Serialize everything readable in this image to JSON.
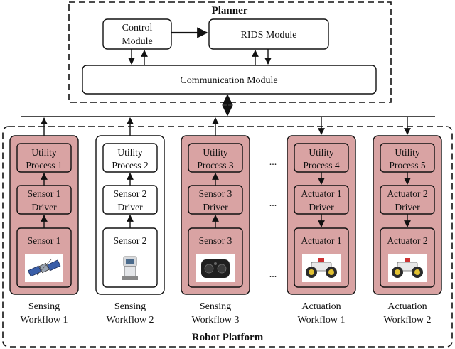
{
  "planner": {
    "title": "Planner",
    "control_line1": "Control",
    "control_line2": "Module",
    "rids": "RIDS Module",
    "communication": "Communication Module"
  },
  "platform": {
    "title": "Robot Platform"
  },
  "ellipsis": "...",
  "workflows": [
    {
      "utility": [
        "Utility",
        "Process 1"
      ],
      "driver": [
        "Sensor 1",
        "Driver"
      ],
      "device": "Sensor 1",
      "caption": [
        "Sensing",
        "Workflow 1"
      ],
      "picture": "satellite",
      "color": "#d9a3a3",
      "direction": "up"
    },
    {
      "utility": [
        "Utility",
        "Process 2"
      ],
      "driver": [
        "Sensor 2",
        "Driver"
      ],
      "device": "Sensor 2",
      "caption": [
        "Sensing",
        "Workflow 2"
      ],
      "picture": "kiosk",
      "color": "#ffffff",
      "direction": "up"
    },
    {
      "utility": [
        "Utility",
        "Process 3"
      ],
      "driver": [
        "Sensor 3",
        "Driver"
      ],
      "device": "Sensor 3",
      "caption": [
        "Sensing",
        "Workflow 3"
      ],
      "picture": "camera",
      "color": "#d9a3a3",
      "direction": "up"
    },
    {
      "utility": [
        "Utility",
        "Process 4"
      ],
      "driver": [
        "Actuator 1",
        "Driver"
      ],
      "device": "Actuator 1",
      "caption": [
        "Actuation",
        "Workflow 1"
      ],
      "picture": "robot-car",
      "color": "#d9a3a3",
      "direction": "down"
    },
    {
      "utility": [
        "Utility",
        "Process 5"
      ],
      "driver": [
        "Actuator 2",
        "Driver"
      ],
      "device": "Actuator 2",
      "caption": [
        "Actuation",
        "Workflow 2"
      ],
      "picture": "robot-car",
      "color": "#d9a3a3",
      "direction": "down"
    }
  ]
}
